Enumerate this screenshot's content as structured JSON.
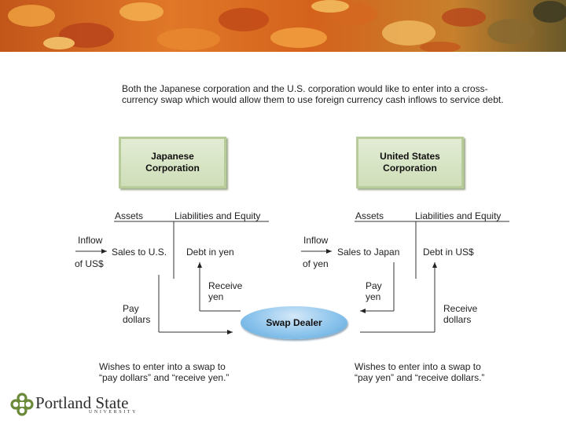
{
  "intro": "Both the Japanese corporation and the U.S. corporation would like to enter into a cross-currency swap which would allow them to use foreign currency cash inflows to service debt.",
  "japan": {
    "title_line1": "Japanese",
    "title_line2": "Corporation",
    "assets": "Assets",
    "liabilities": "Liabilities and Equity",
    "inflow": "Inflow",
    "inflow_of": "of US$",
    "sales": "Sales to U.S.",
    "debt": "Debt in yen",
    "receive_line1": "Receive",
    "receive_line2": "yen",
    "pay_line1": "Pay",
    "pay_line2": "dollars",
    "wish_line1": "Wishes to enter into a swap to",
    "wish_line2": "“pay dollars” and “receive yen.”"
  },
  "us": {
    "title_line1": "United States",
    "title_line2": "Corporation",
    "assets": "Assets",
    "liabilities": "Liabilities and Equity",
    "inflow": "Inflow",
    "inflow_of": "of yen",
    "sales": "Sales to Japan",
    "debt": "Debt in US$",
    "pay_line1": "Pay",
    "pay_line2": "yen",
    "receive_line1": "Receive",
    "receive_line2": "dollars",
    "wish_line1": "Wishes to enter into a swap to",
    "wish_line2": "“pay yen” and “receive dollars.”"
  },
  "dealer": "Swap Dealer",
  "logo": {
    "name": "Portland State",
    "sub": "UNIVERSITY"
  },
  "colors": {
    "corp_box": "#d9e6c8",
    "dealer": "#8cc4ec",
    "banner_main": "#d9631c"
  }
}
